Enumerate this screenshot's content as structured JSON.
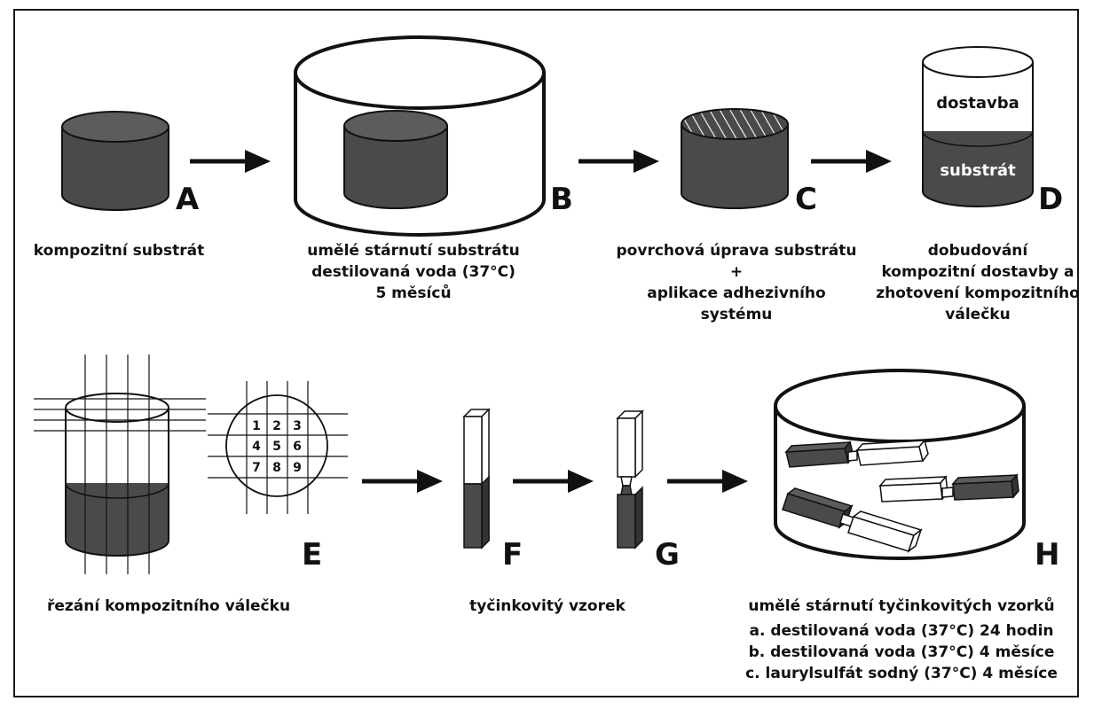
{
  "steps": {
    "a": {
      "letter": "A",
      "caption": [
        "kompozitní substrát"
      ]
    },
    "b": {
      "letter": "B",
      "caption": [
        "umělé stárnutí substrátu",
        "destilovaná voda (37°C)",
        "5 měsíců"
      ]
    },
    "c": {
      "letter": "C",
      "caption": [
        "povrchová úprava substrátu",
        "+",
        "aplikace adhezivního",
        "systému"
      ]
    },
    "d": {
      "letter": "D",
      "caption": [
        "dobudování",
        "kompozitní dostavby a",
        "zhotovení kompozitního",
        "válečku"
      ],
      "top_label": "dostavba",
      "bottom_label": "substrát"
    },
    "e": {
      "letter": "E",
      "caption": [
        "řezání kompozitního válečku"
      ],
      "grid_numbers": [
        "1",
        "2",
        "3",
        "4",
        "5",
        "6",
        "7",
        "8",
        "9"
      ]
    },
    "f": {
      "letter": "F",
      "caption": [
        "tyčinkovitý vzorek"
      ]
    },
    "g": {
      "letter": "G"
    },
    "h": {
      "letter": "H",
      "caption": [
        "umělé stárnutí tyčinkovitých vzorků",
        "a. destilovaná voda (37°C) 24 hodin",
        "b. destilovaná voda (37°C) 4 měsíce",
        "c. laurylsulfát sodný (37°C) 4 měsíce"
      ]
    }
  },
  "colors": {
    "substrate": "#4a4a4a",
    "substrate_top": "#5c5c5c",
    "outline": "#111111",
    "background": "#ffffff"
  }
}
